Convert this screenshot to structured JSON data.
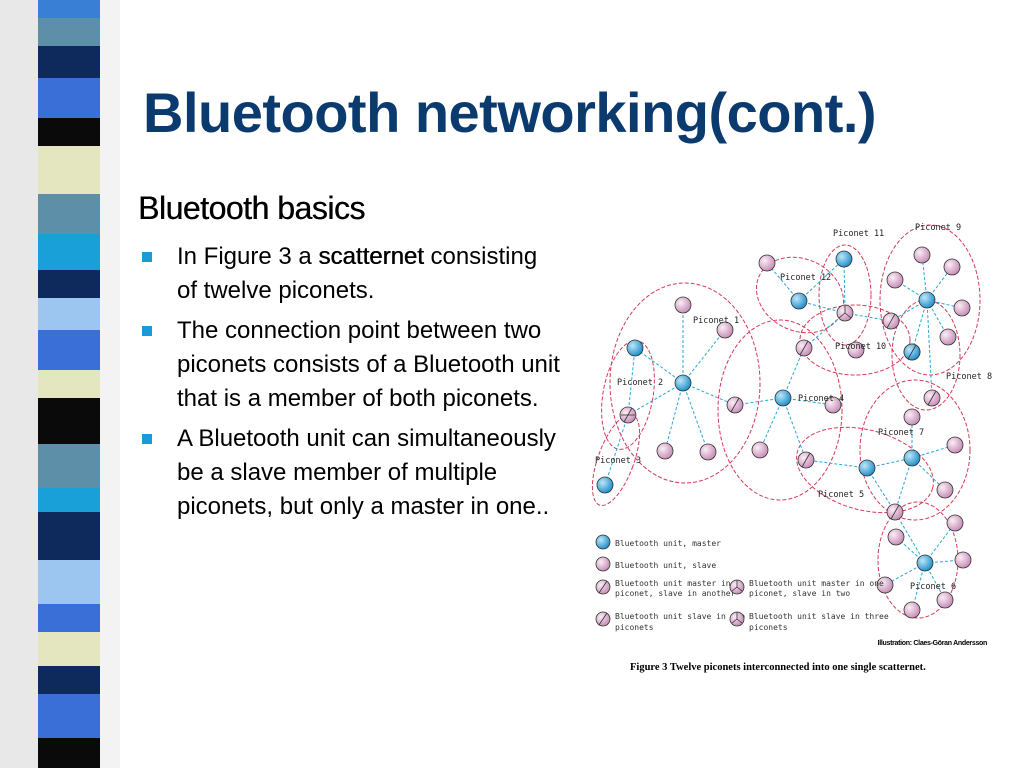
{
  "slide": {
    "title": "Bluetooth networking(cont.)",
    "subheading": "Bluetooth basics",
    "bullets": [
      {
        "before": "In Figure 3 a ",
        "highlight": "scatternet",
        "after": " consisting of twelve piconets."
      },
      {
        "text": "The connection point between two piconets consists of a Bluetooth unit that is a member of both piconets."
      },
      {
        "text": "A Bluetooth unit can simultaneously be a slave member of multiple piconets, but only a master in one.."
      }
    ]
  },
  "figure": {
    "piconet_labels": [
      "Piconet 11",
      "Piconet 9",
      "Piconet 12",
      "Piconet 1",
      "Piconet 10",
      "Piconet 8",
      "Piconet 2",
      "Piconet 4",
      "Piconet 7",
      "Piconet 3",
      "Piconet 5",
      "Piconet 6"
    ],
    "legend": {
      "master": "Bluetooth unit, master",
      "slave": "Bluetooth unit, slave",
      "master_slave_1": "Bluetooth unit master in a",
      "master_slave_2": "piconet, slave in another",
      "master_two_1": "Bluetooth unit master in one",
      "master_two_2": "piconet, slave in two",
      "slave_two_1": "Bluetooth unit slave in two",
      "slave_two_2": "piconets",
      "slave_three_1": "Bluetooth unit slave in three",
      "slave_three_2": "piconets"
    },
    "illustration_credit": "Illustration: Claes-Göran Andersson",
    "caption": "Figure 3 Twelve piconets interconnected into one single scatternet.",
    "colors": {
      "master": "#1a9ad6",
      "slave": "#d9a6c9",
      "link": "#2aa7d8",
      "boundary": "#d43a5a",
      "title": "#0b3b6e"
    }
  }
}
